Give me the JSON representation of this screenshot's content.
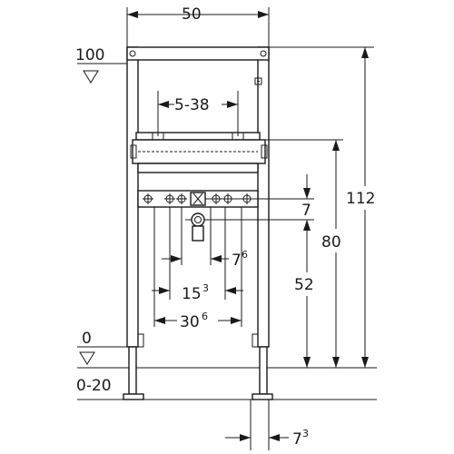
{
  "dimensions": {
    "total_width": "50",
    "total_height": "112",
    "crossbar_height": "80",
    "drain_height": "52",
    "drain_to_crossbar": "7",
    "adjust_range": "5-38",
    "inner_spacing": {
      "main": "7",
      "sup": "6"
    },
    "mid_spacing": {
      "main": "15",
      "sup": "3"
    },
    "outer_spacing": {
      "main": "30",
      "sup": "6"
    },
    "foot_width": {
      "main": "7",
      "sup": "3"
    }
  },
  "levels": {
    "upper": "100",
    "floor": "0",
    "floor_range": "0-20"
  }
}
